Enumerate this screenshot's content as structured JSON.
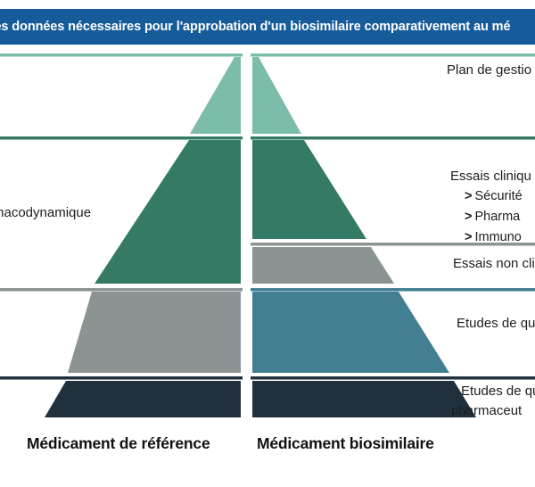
{
  "header": {
    "title": "n des données nécessaires pour l'approbation d'un biosimilaire comparativement au mé",
    "bg_color": "#165c9a",
    "text_color": "#ffffff"
  },
  "colors": {
    "light_teal": "#7cbcab",
    "dark_green": "#357a64",
    "gray": "#8b9493",
    "steel_blue": "#437f93",
    "dark_navy": "#20313d",
    "white_gutter": "#ffffff"
  },
  "columns": [
    {
      "id": "reference",
      "caption": "Médicament de référence"
    },
    {
      "id": "biosimilar",
      "caption": "Médicament biosimilaire"
    }
  ],
  "left_labels": [
    {
      "id": "pkpd",
      "text": "macodynamique",
      "color": "#1d1d1d"
    }
  ],
  "right_labels": [
    {
      "id": "risk-management-plan",
      "text": "Plan de gestio"
    },
    {
      "id": "clinical-trials",
      "text": "Essais cliniqu"
    },
    {
      "id": "non-clinical-trials",
      "text": "Essais non cli"
    },
    {
      "id": "quality-studies",
      "text": "Etudes de qu"
    },
    {
      "id": "pharmaceutical-quality-line1",
      "text": "Etudes de qu"
    },
    {
      "id": "pharmaceutical-quality-line2",
      "text": "pharmaceut"
    }
  ],
  "clinical_sub_items": [
    {
      "marker": ">",
      "text": "Sécurité"
    },
    {
      "marker": ">",
      "text": "Pharma"
    },
    {
      "marker": ">",
      "text": "Immuno"
    }
  ],
  "bands": [
    {
      "id": "band-risk-plan",
      "rule_color_left": "#7cbcab",
      "rule_color_right": "#7cbcab"
    },
    {
      "id": "band-clinical",
      "rule_color_left": "#357a64",
      "rule_color_right": "#357a64"
    },
    {
      "id": "band-non-clinical",
      "rule_color_left": "#8b9493",
      "rule_color_right": "#8b9493"
    },
    {
      "id": "band-quality",
      "rule_color_left": "#8b9493",
      "rule_color_right": "#437f93"
    },
    {
      "id": "band-pharma-quality",
      "rule_color_left": "#20313d",
      "rule_color_right": "#20313d"
    }
  ]
}
